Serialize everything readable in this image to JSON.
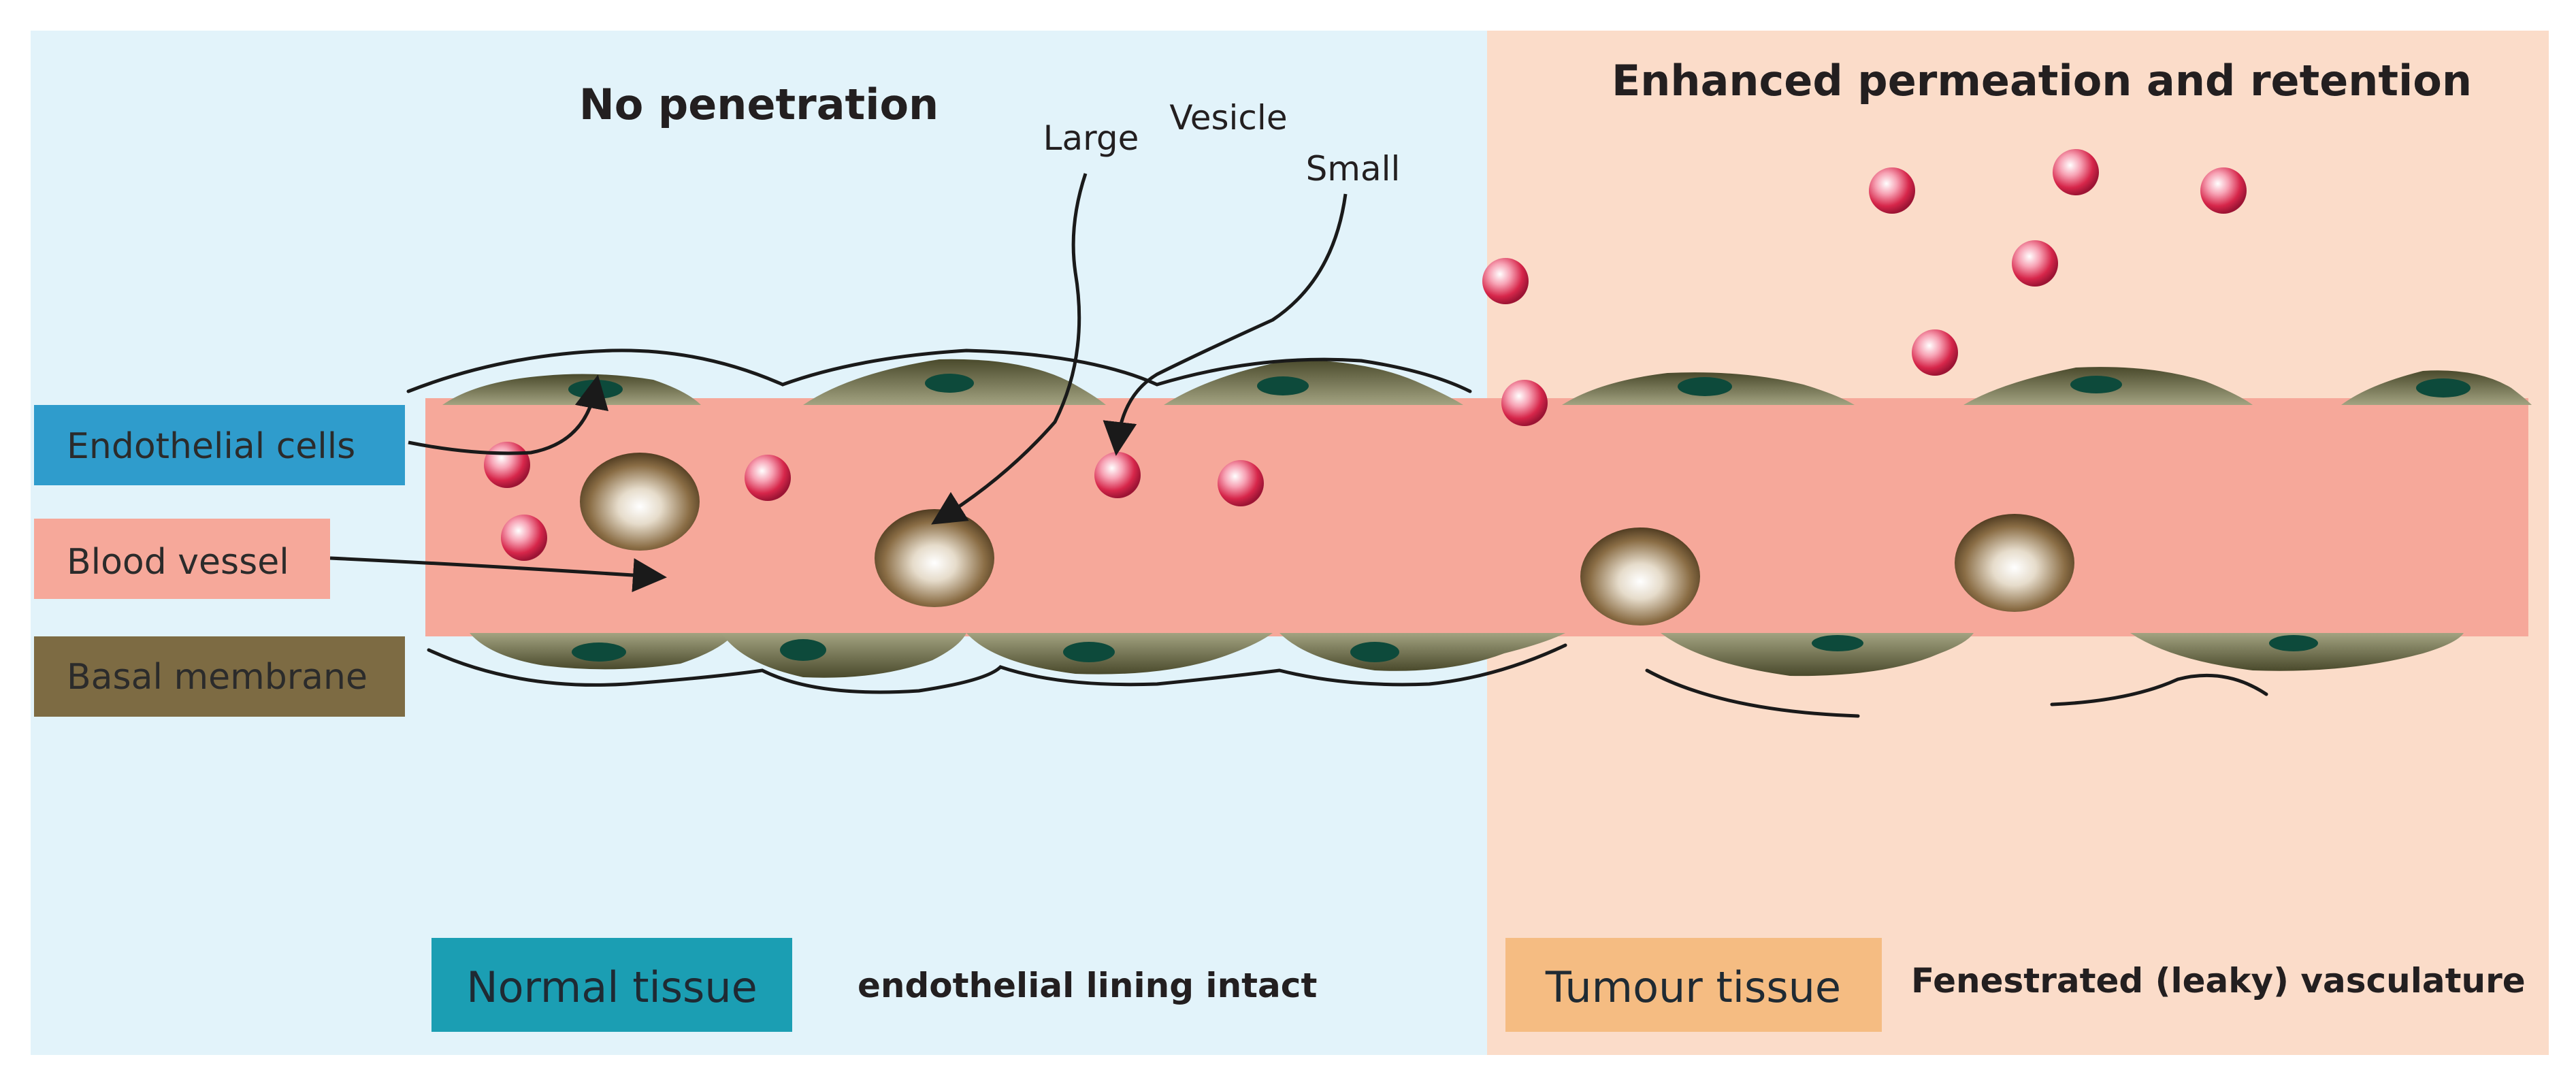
{
  "titles": {
    "left": "No penetration",
    "right": "Enhanced permeation and retention"
  },
  "vesicle_labels": {
    "large": "Large",
    "vesicle": "Vesicle",
    "small": "Small"
  },
  "legend": {
    "endothelial": "Endothelial cells",
    "blood_vessel": "Blood vessel",
    "basal_membrane": "Basal membrane"
  },
  "tissues": {
    "normal": {
      "label": "Normal tissue",
      "description": "endothelial lining intact"
    },
    "tumour": {
      "label": "Tumour tissue",
      "description": "Fenestrated (leaky) vasculature"
    }
  },
  "colors": {
    "normal_bg": "#e2f3fa",
    "tumour_bg": "#fbdcc9",
    "vessel": "#f6a89a",
    "endothelial_box": "#2f9ccc",
    "vessel_box": "#f6a89a",
    "basal_box": "#7d6b43",
    "normal_box": "#1b9eb3",
    "tumour_box": "#f5bc82",
    "cell": "#5e5e3c",
    "nucleus": "#0d4a3b",
    "small_vesicle": "#d4284a",
    "large_vesicle": "#6b5433"
  }
}
